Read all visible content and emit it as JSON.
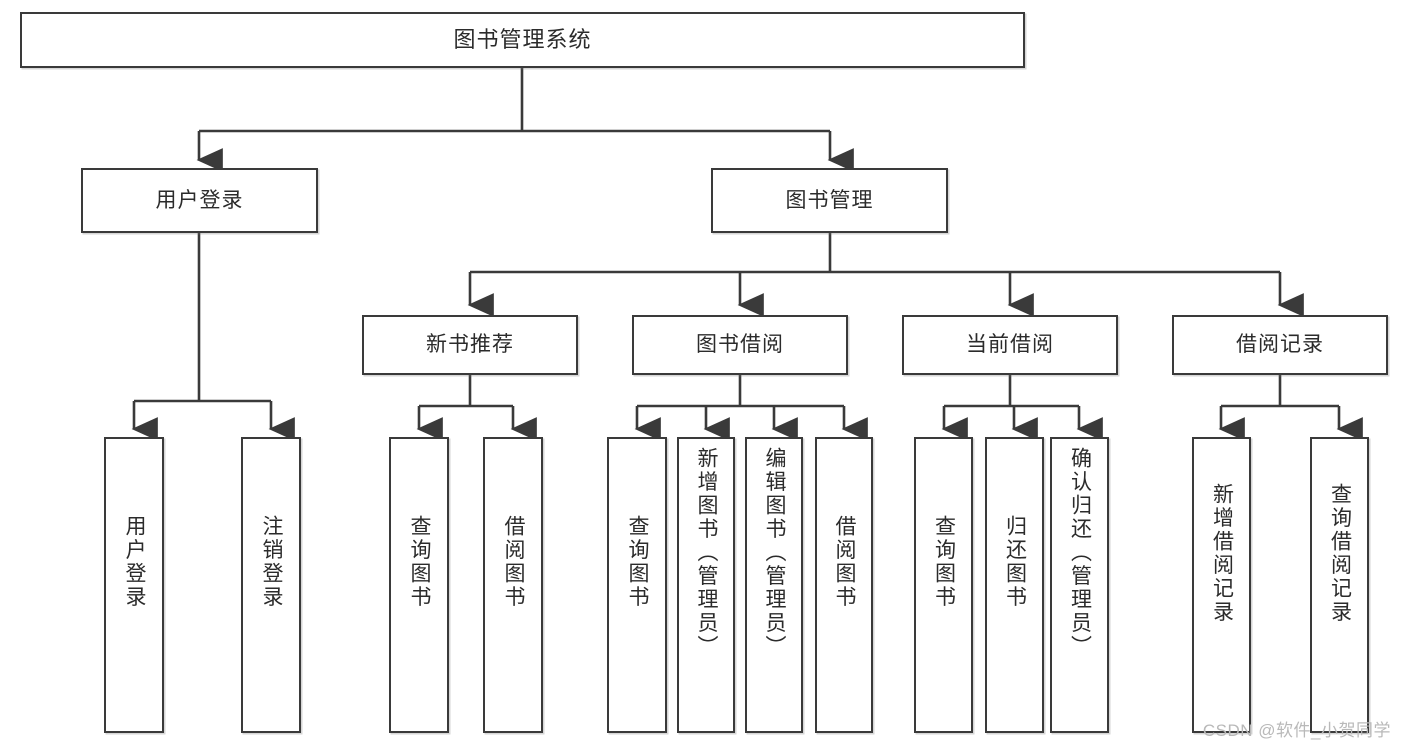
{
  "diagram": {
    "title": "图书管理系统",
    "type": "tree",
    "watermark": "CSDN @软件_小贺同学",
    "colors": {
      "stroke": "#3a3a3a",
      "fill": "#ffffff",
      "text": "#2b2b2b",
      "watermark": "#b9b9b9"
    },
    "levels": {
      "root": {
        "label": "图书管理系统"
      },
      "level2": [
        {
          "label": "用户登录"
        },
        {
          "label": "图书管理"
        }
      ],
      "level3": [
        {
          "label": "新书推荐"
        },
        {
          "label": "图书借阅"
        },
        {
          "label": "当前借阅"
        },
        {
          "label": "借阅记录"
        }
      ],
      "leaves": [
        {
          "label": "用户登录",
          "parent": "用户登录"
        },
        {
          "label": "注销登录",
          "parent": "用户登录"
        },
        {
          "label": "查询图书",
          "parent": "新书推荐"
        },
        {
          "label": "借阅图书",
          "parent": "新书推荐"
        },
        {
          "label": "查询图书",
          "parent": "图书借阅"
        },
        {
          "label": "新增图书（管理员）",
          "parent": "图书借阅"
        },
        {
          "label": "编辑图书（管理员）",
          "parent": "图书借阅"
        },
        {
          "label": "借阅图书",
          "parent": "图书借阅"
        },
        {
          "label": "查询图书",
          "parent": "当前借阅"
        },
        {
          "label": "归还图书",
          "parent": "当前借阅"
        },
        {
          "label": "确认归还（管理员）",
          "parent": "当前借阅"
        },
        {
          "label": "新增借阅记录",
          "parent": "借阅记录"
        },
        {
          "label": "查询借阅记录",
          "parent": "借阅记录"
        }
      ]
    }
  }
}
